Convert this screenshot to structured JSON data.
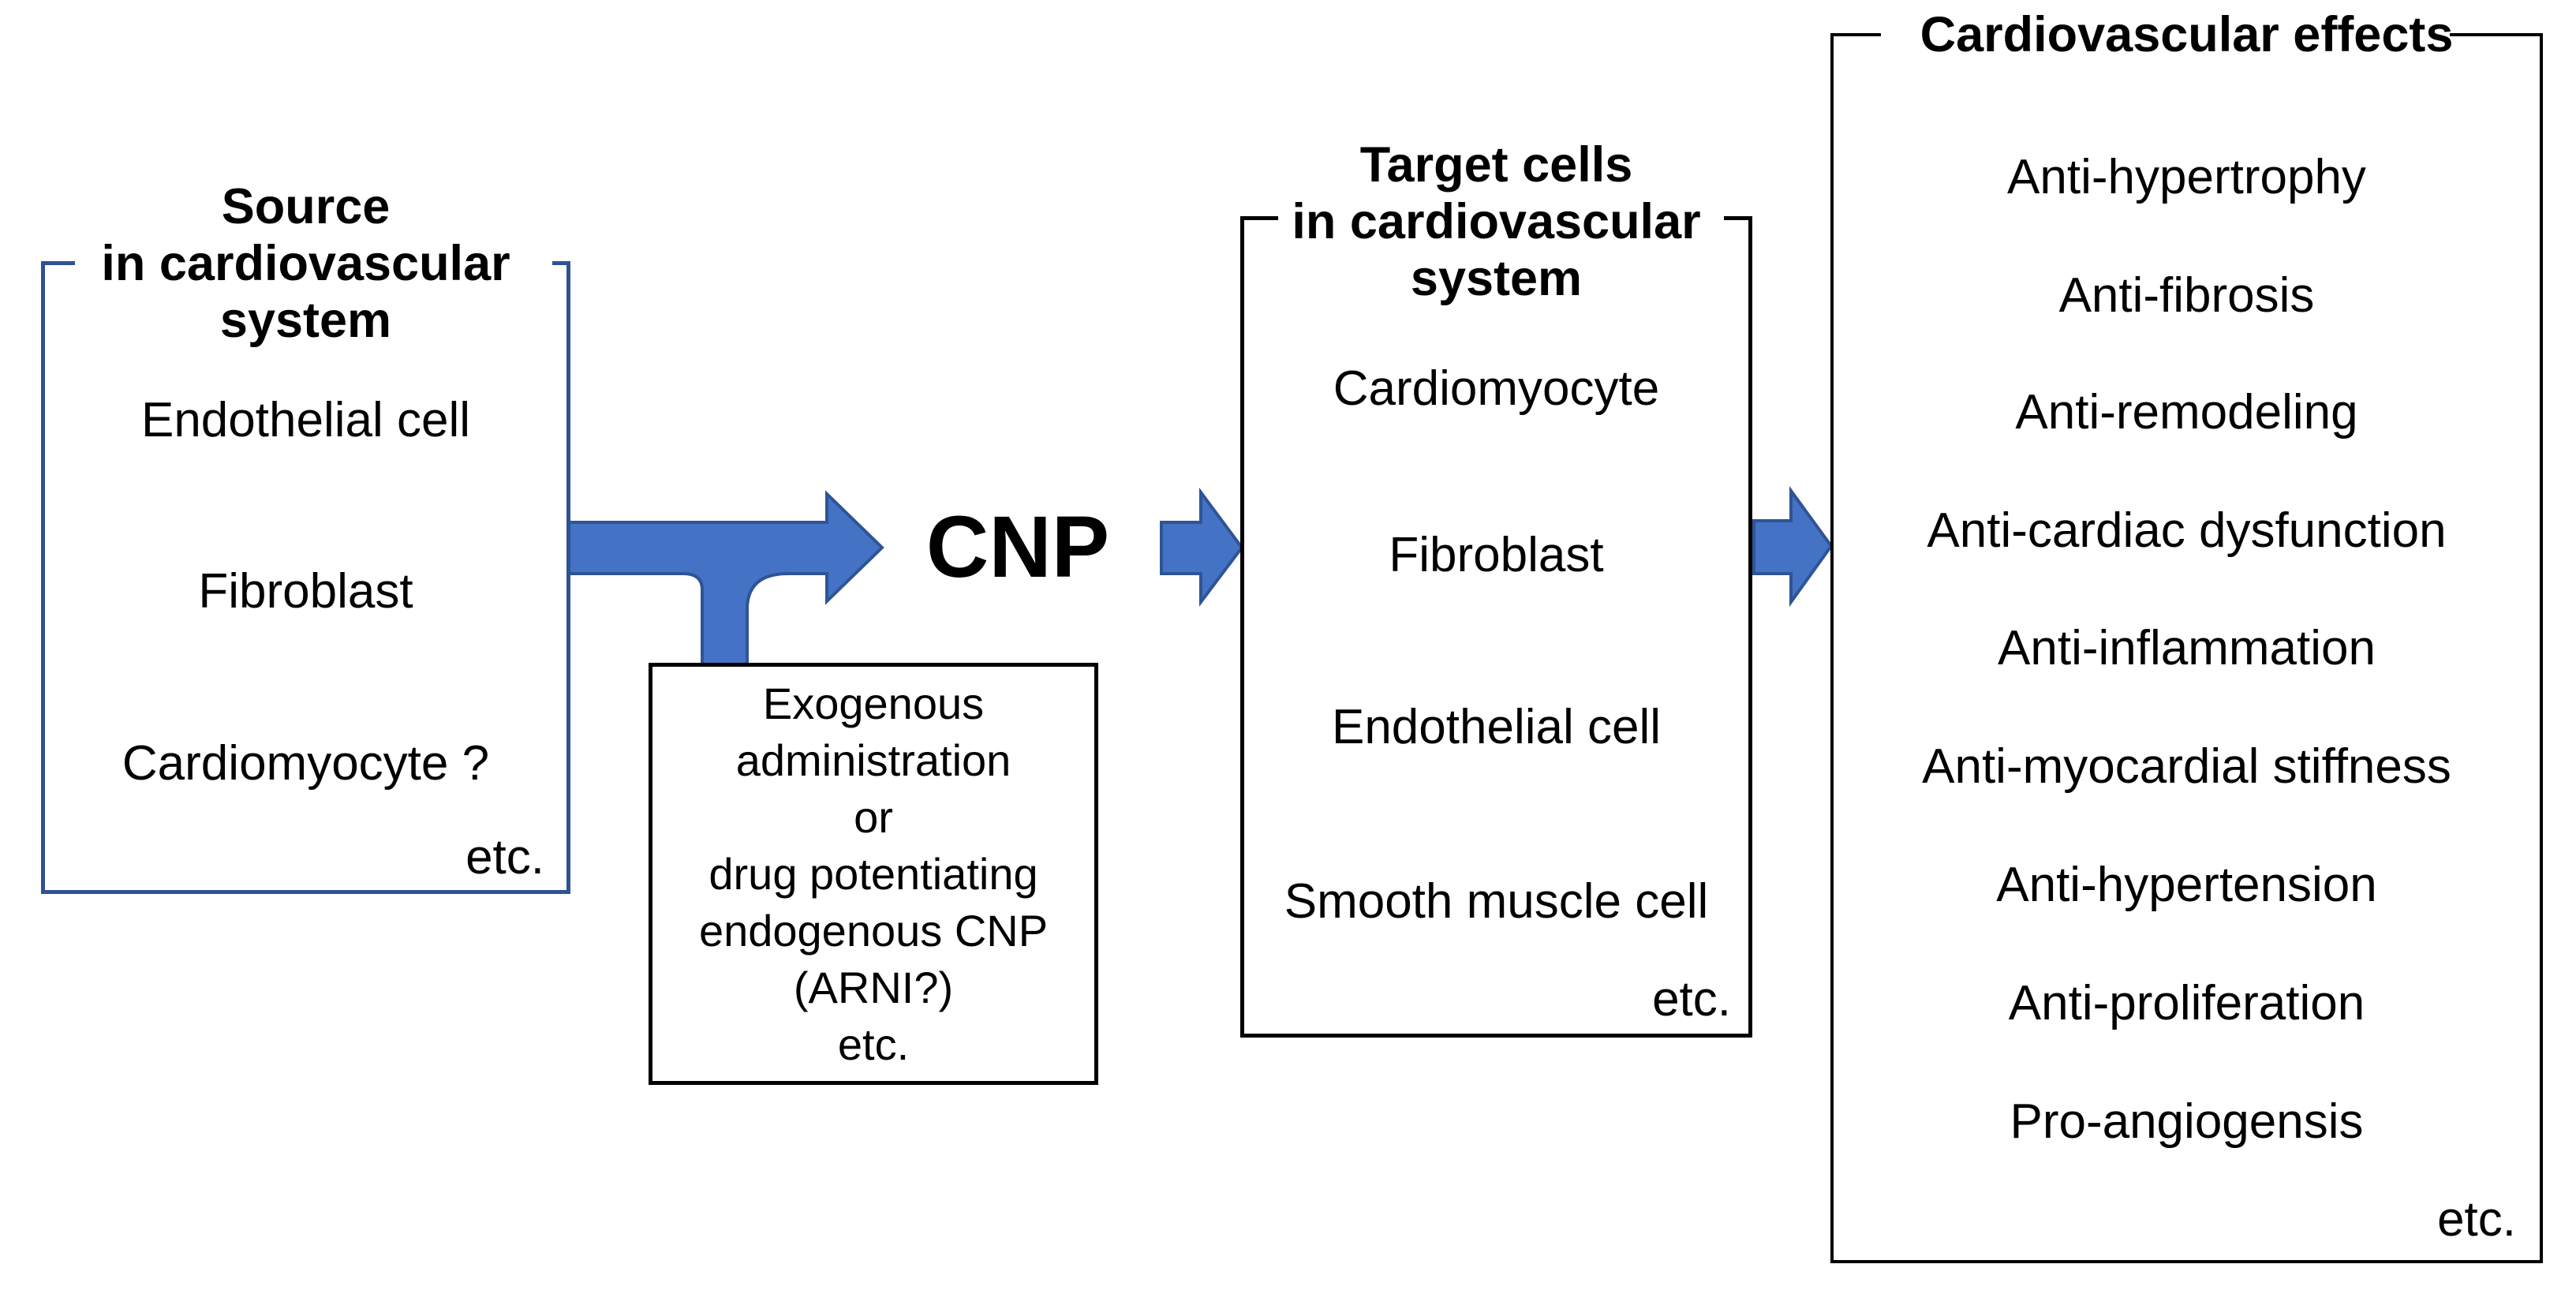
{
  "diagram": {
    "cnp_label": "CNP",
    "colors": {
      "arrow_fill": "#4472C4",
      "arrow_outline": "#2F5496",
      "source_box_border": "#2E5395",
      "black_box_border": "#000000",
      "text": "#000000",
      "background": "#FFFFFF"
    },
    "source_box": {
      "title_line1": "Source",
      "title_line2": "in cardiovascular",
      "title_line3": "system",
      "items": [
        "Endothelial cell",
        "Fibroblast",
        "Cardiomyocyte ?"
      ],
      "etc_label": "etc."
    },
    "intervention_box": {
      "lines": [
        "Exogenous",
        "administration",
        "or",
        "drug potentiating",
        "endogenous CNP",
        "(ARNI?)",
        "etc."
      ]
    },
    "target_box": {
      "title_line1": "Target cells",
      "title_line2": "in cardiovascular",
      "title_line3": "system",
      "items": [
        "Cardiomyocyte",
        "Fibroblast",
        "Endothelial cell",
        "Smooth muscle cell"
      ],
      "etc_label": "etc."
    },
    "effects_box": {
      "title": "Cardiovascular effects",
      "items": [
        "Anti-hypertrophy",
        "Anti-fibrosis",
        "Anti-remodeling",
        "Anti-cardiac dysfunction",
        "Anti-inflammation",
        "Anti-myocardial stiffness",
        "Anti-hypertension",
        "Anti-proliferation",
        "Pro-angiogensis"
      ],
      "etc_label": "etc."
    }
  }
}
